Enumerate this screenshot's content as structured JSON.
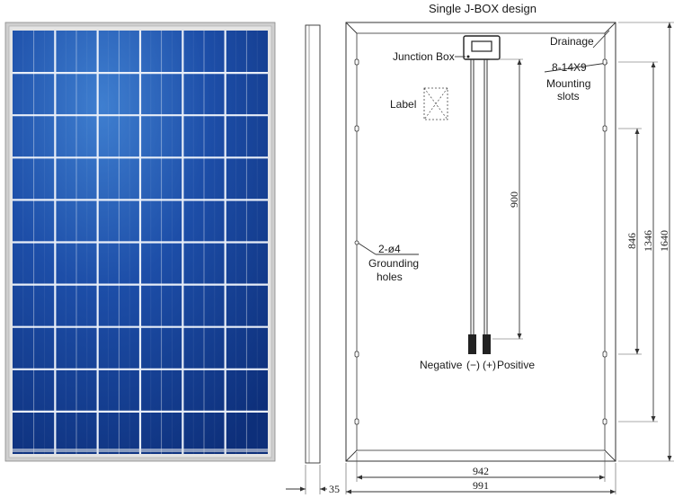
{
  "title": "Single J-BOX design",
  "labels": {
    "drainage": "Drainage",
    "junction_box": "Junction Box",
    "mounting_count": "8-14X9",
    "mounting_1": "Mounting",
    "mounting_2": "slots",
    "label": "Label",
    "grounding_count": "2-ø4",
    "grounding_1": "Grounding",
    "grounding_2": "holes",
    "negative": "Negative",
    "neg_sign": "(−)",
    "pos_sign": "(+)",
    "positive": "Positive"
  },
  "dimensions": {
    "cable": "900",
    "slot_inner": "846",
    "slot_outer": "1346",
    "length": "1640",
    "inner_width": "942",
    "width": "991",
    "thickness": "35"
  },
  "colors": {
    "cell_dark": "#0d2f7a",
    "cell_mid": "#1d4ea8",
    "cell_light": "#3f7fd0",
    "frame": "#c9c9c9",
    "line": "#333333"
  },
  "panel": {
    "cols": 6,
    "rows": 10,
    "subcols": 2
  }
}
